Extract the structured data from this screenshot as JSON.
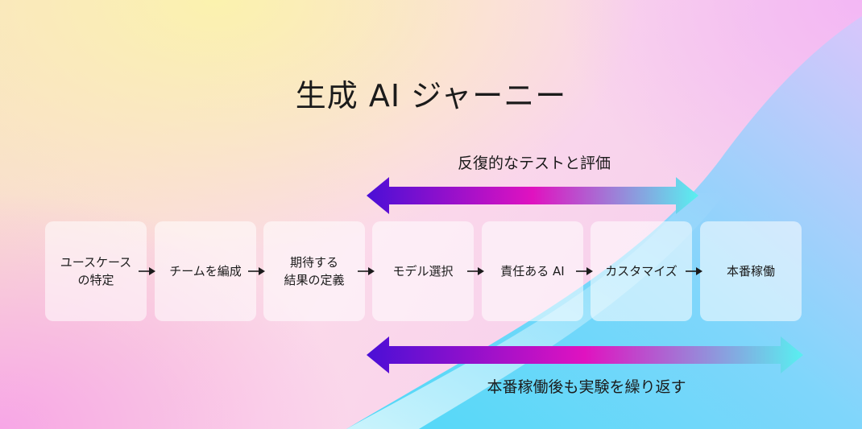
{
  "title": "生成 AI ジャーニー",
  "top_arrow_label": "反復的なテストと評価",
  "bottom_arrow_label": "本番稼働後も実験を繰り返す",
  "steps": [
    {
      "line1": "ユースケース",
      "line2": "の特定"
    },
    {
      "line1": "チームを編成",
      "line2": ""
    },
    {
      "line1": "期待する",
      "line2": "結果の定義"
    },
    {
      "line1": "モデル選択",
      "line2": ""
    },
    {
      "line1": "責任ある AI",
      "line2": ""
    },
    {
      "line1": "カスタマイズ",
      "line2": ""
    },
    {
      "line1": "本番稼働",
      "line2": ""
    }
  ],
  "colors": {
    "arrow_start": "#4a0fd6",
    "arrow_mid": "#e012c0",
    "arrow_end": "#58f0f0",
    "text": "#1b1b1b"
  }
}
